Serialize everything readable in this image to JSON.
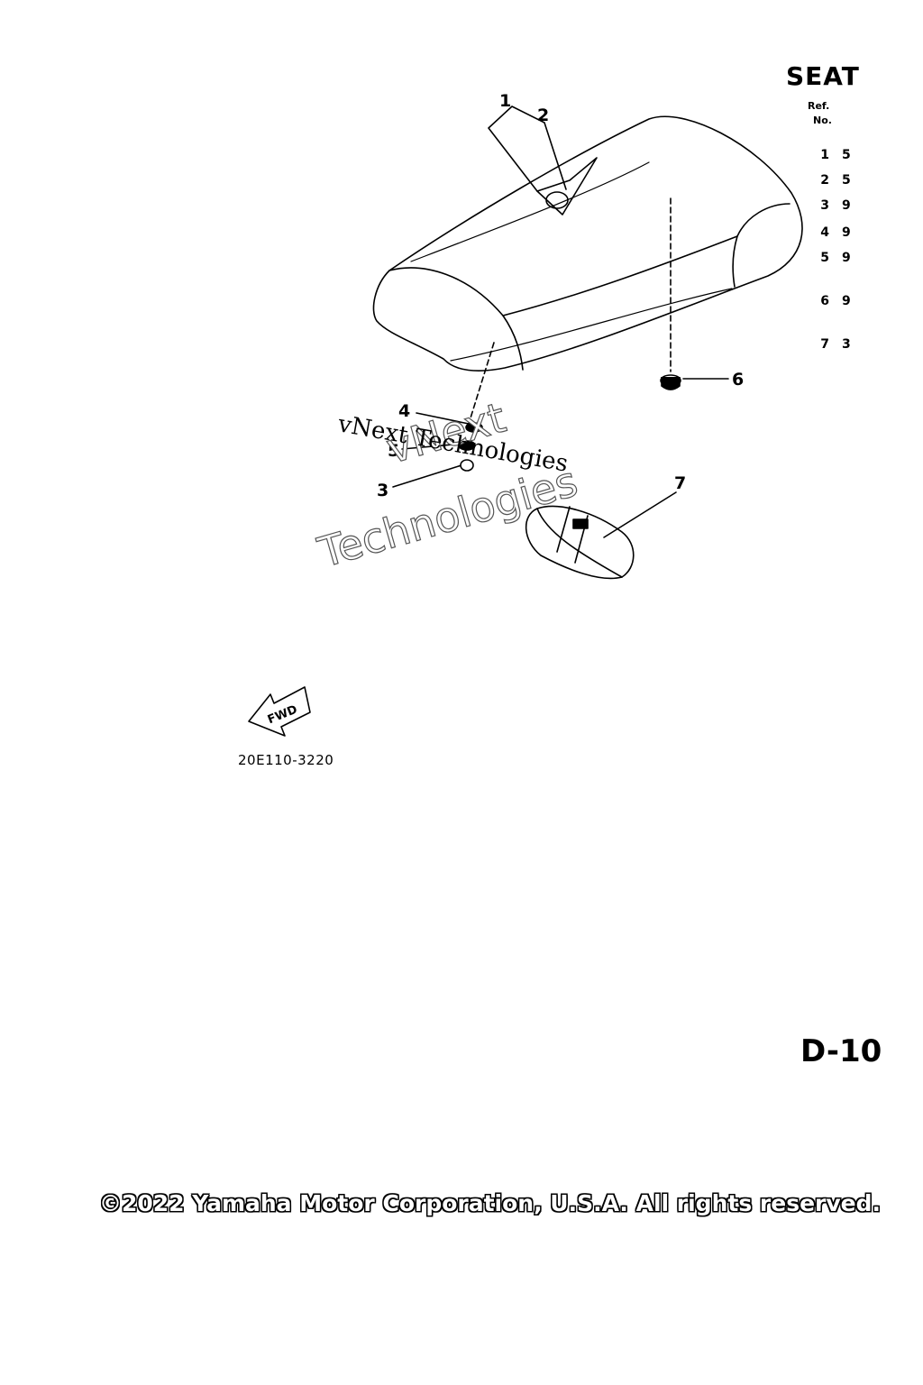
{
  "header": {
    "title": "SEAT",
    "ref_label_1": "Ref.",
    "ref_label_2": "No."
  },
  "ref_table": [
    {
      "ref": "1",
      "part": "5"
    },
    {
      "ref": "2",
      "part": "5"
    },
    {
      "ref": "3",
      "part": "9"
    },
    {
      "ref": "4",
      "part": "9"
    },
    {
      "ref": "5",
      "part": "9"
    },
    {
      "ref": "6",
      "part": "9"
    },
    {
      "ref": "7",
      "part": "3"
    }
  ],
  "callouts": {
    "c1": "1",
    "c2": "2",
    "c3": "3",
    "c4": "4",
    "c5": "5",
    "c6": "6",
    "c7": "7"
  },
  "fwd_label": "FWD",
  "diagram_code": "20E110-3220",
  "page_code": "D-10",
  "watermark": {
    "line_a": "vNext Technologies",
    "line_b1": "vNext",
    "line_b2": "Technologies"
  },
  "copyright": "©2022 Yamaha Motor Corporation, U.S.A. All rights reserved."
}
